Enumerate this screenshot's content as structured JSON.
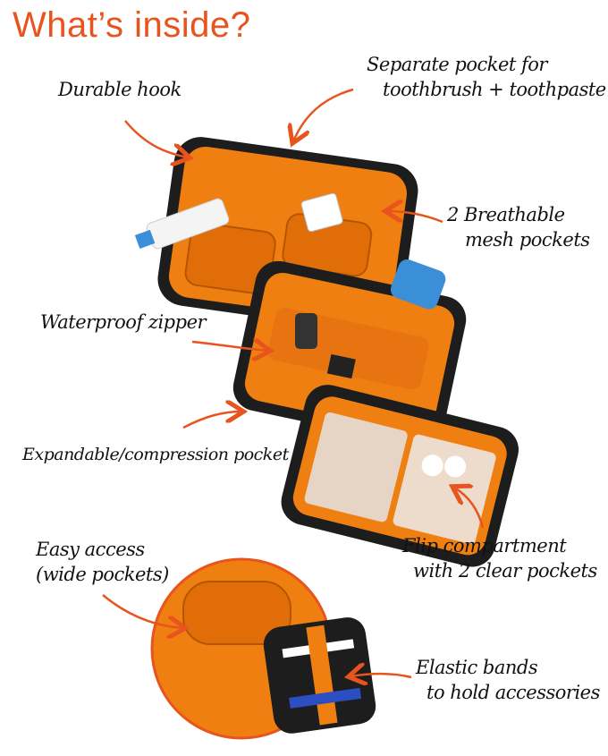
{
  "title": "What’s inside?",
  "callouts": {
    "hook": [
      "Durable hook"
    ],
    "toothbrush_pocket": [
      "Separate pocket for",
      "toothbrush + toothpaste"
    ],
    "mesh_pockets": [
      "2 Breathable",
      "mesh pockets"
    ],
    "zipper": [
      "Waterproof zipper"
    ],
    "compression": [
      "Expandable/compression pocket"
    ],
    "flip": [
      "Flip compartment",
      "with 2 clear pockets"
    ],
    "easy_access": [
      "Easy access",
      "(wide pockets)"
    ],
    "elastic": [
      "Elastic bands",
      "to hold accessories"
    ]
  },
  "colors": {
    "accent": "#e8541e",
    "bag_orange": "#f07f12",
    "bag_dark": "#1d1d1d"
  }
}
